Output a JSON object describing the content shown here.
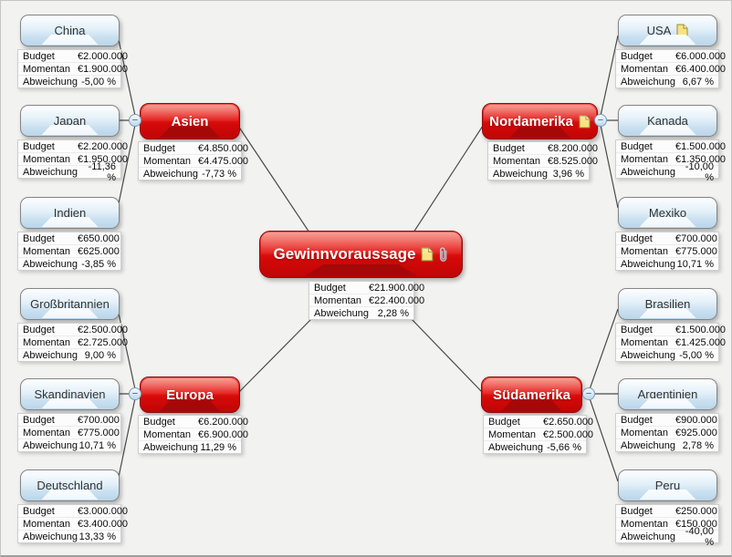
{
  "labels": {
    "budget": "Budget",
    "momentan": "Momentan",
    "abweichung": "Abweichung"
  },
  "ui": {
    "collapse_glyph": "−"
  },
  "colors": {
    "canvas_bg": "#f2f2f1",
    "branch_node": "#d90b0b",
    "topic_node": "#cbe1f1",
    "connector": "#4a4a4a",
    "note_icon": "#f6e482"
  },
  "topics": {
    "gewinnvoraussage": {
      "label": "Gewinnvoraussage",
      "budget": "€21.900.000",
      "momentan": "€22.400.000",
      "abweichung": "2,28 %"
    },
    "asien": {
      "label": "Asien",
      "budget": "€4.850.000",
      "momentan": "€4.475.000",
      "abweichung": "-7,73 %"
    },
    "nordamerika": {
      "label": "Nordamerika",
      "budget": "€8.200.000",
      "momentan": "€8.525.000",
      "abweichung": "3,96 %"
    },
    "europa": {
      "label": "Europa",
      "budget": "€6.200.000",
      "momentan": "€6.900.000",
      "abweichung": "11,29 %"
    },
    "suedamerika": {
      "label": "Südamerika",
      "budget": "€2.650.000",
      "momentan": "€2.500.000",
      "abweichung": "-5,66 %"
    },
    "china": {
      "label": "China",
      "budget": "€2.000.000",
      "momentan": "€1.900.000",
      "abweichung": "-5,00 %"
    },
    "japan": {
      "label": "Japan",
      "budget": "€2.200.000",
      "momentan": "€1.950.000",
      "abweichung": "-11,36 %"
    },
    "indien": {
      "label": "Indien",
      "budget": "€650.000",
      "momentan": "€625.000",
      "abweichung": "-3,85 %"
    },
    "usa": {
      "label": "USA",
      "budget": "€6.000.000",
      "momentan": "€6.400.000",
      "abweichung": "6,67 %"
    },
    "kanada": {
      "label": "Kanada",
      "budget": "€1.500.000",
      "momentan": "€1.350.000",
      "abweichung": "-10,00 %"
    },
    "mexiko": {
      "label": "Mexiko",
      "budget": "€700.000",
      "momentan": "€775.000",
      "abweichung": "10,71 %"
    },
    "grossbritannien": {
      "label": "Großbritannien",
      "budget": "€2.500.000",
      "momentan": "€2.725.000",
      "abweichung": "9,00 %"
    },
    "skandinavien": {
      "label": "Skandinavien",
      "budget": "€700.000",
      "momentan": "€775.000",
      "abweichung": "10,71 %"
    },
    "deutschland": {
      "label": "Deutschland",
      "budget": "€3.000.000",
      "momentan": "€3.400.000",
      "abweichung": "13,33 %"
    },
    "brasilien": {
      "label": "Brasilien",
      "budget": "€1.500.000",
      "momentan": "€1.425.000",
      "abweichung": "-5,00 %"
    },
    "argentinien": {
      "label": "Argentinien",
      "budget": "€900.000",
      "momentan": "€925.000",
      "abweichung": "2,78 %"
    },
    "peru": {
      "label": "Peru",
      "budget": "€250.000",
      "momentan": "€150.000",
      "abweichung": "-40,00 %"
    }
  }
}
